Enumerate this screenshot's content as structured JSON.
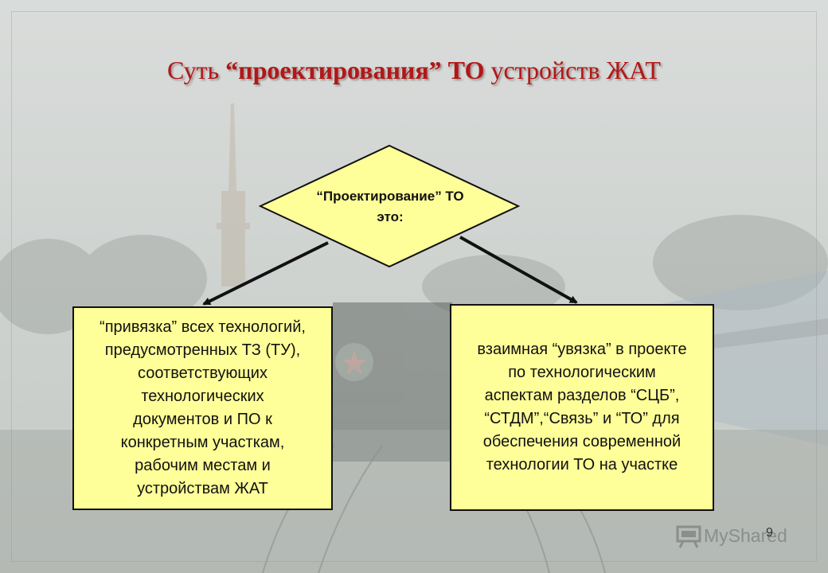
{
  "title": {
    "part1": "Суть ",
    "part2": "“проектирования”",
    "part3": " ТО",
    "part4": " устройств ЖАТ"
  },
  "diamond": {
    "line1": "“Проектирование” ТО",
    "line2": "это:"
  },
  "left_box": {
    "lines": [
      "“привязка” всех технологий,",
      "предусмотренных ТЗ (ТУ),",
      "соответствующих",
      "технологических",
      "документов и ПО к",
      "конкретным участкам,",
      "рабочим местам и",
      "устройствам ЖАТ"
    ]
  },
  "right_box": {
    "lines": [
      "взаимная “увязка” в проекте",
      "по технологическим",
      "аспектам разделов “СЦБ”,",
      "“СТДМ”,“Связь” и “ТО” для",
      "обеспечения современной",
      "технологии ТО на участке"
    ]
  },
  "page_number": "9",
  "watermark": {
    "text": "MyShared",
    "icon": "presentation-board-icon"
  },
  "colors": {
    "title": "#b01818",
    "box_fill": "#ffff99",
    "outline": "#111111"
  }
}
